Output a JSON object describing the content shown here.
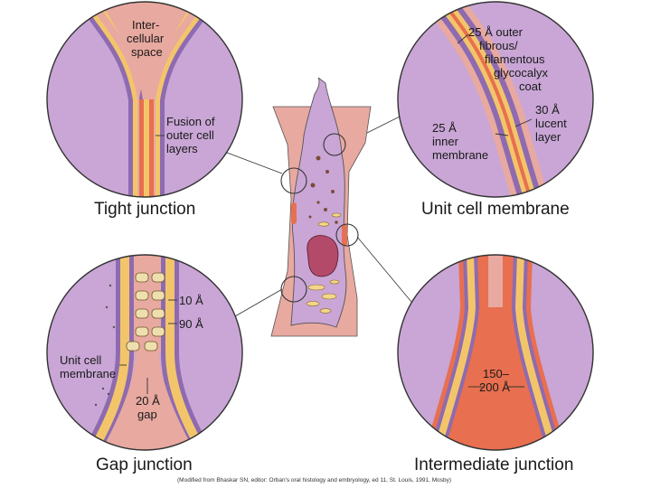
{
  "panels": {
    "tight": {
      "title": "Tight junction",
      "label_space": [
        "Inter-",
        "cellular",
        "space"
      ],
      "label_fusion": [
        "Fusion of",
        "outer cell",
        "layers"
      ]
    },
    "unit": {
      "title": "Unit cell membrane",
      "label_outer": [
        "25 Å outer",
        "fibrous/",
        "filamentous",
        "glycocalyx",
        "coat"
      ],
      "label_lucent": [
        "30 Å",
        "lucent",
        "layer"
      ],
      "label_inner": [
        "25 Å",
        "inner",
        "membrane"
      ]
    },
    "gap": {
      "title": "Gap junction",
      "label_10": "10 Å",
      "label_90": "90 Å",
      "label_unit": [
        "Unit cell",
        "membrane"
      ],
      "label_gap": [
        "20 Å",
        "gap"
      ]
    },
    "intermediate": {
      "title": "Intermediate junction",
      "label_width": [
        "150–",
        "200 Å"
      ]
    }
  },
  "citation": "(Modified from Bhaskar SN, editor: Orban's oral histology and embryology, ed 11, St. Louis, 1991, Mosby)",
  "colors": {
    "cytoplasm": "#c9a6d6",
    "intercellular": "#e8a9a0",
    "membrane_yellow": "#f3c56b",
    "membrane_purple": "#8e6bb0",
    "junction_orange": "#e86f4f",
    "outline": "#333333"
  }
}
